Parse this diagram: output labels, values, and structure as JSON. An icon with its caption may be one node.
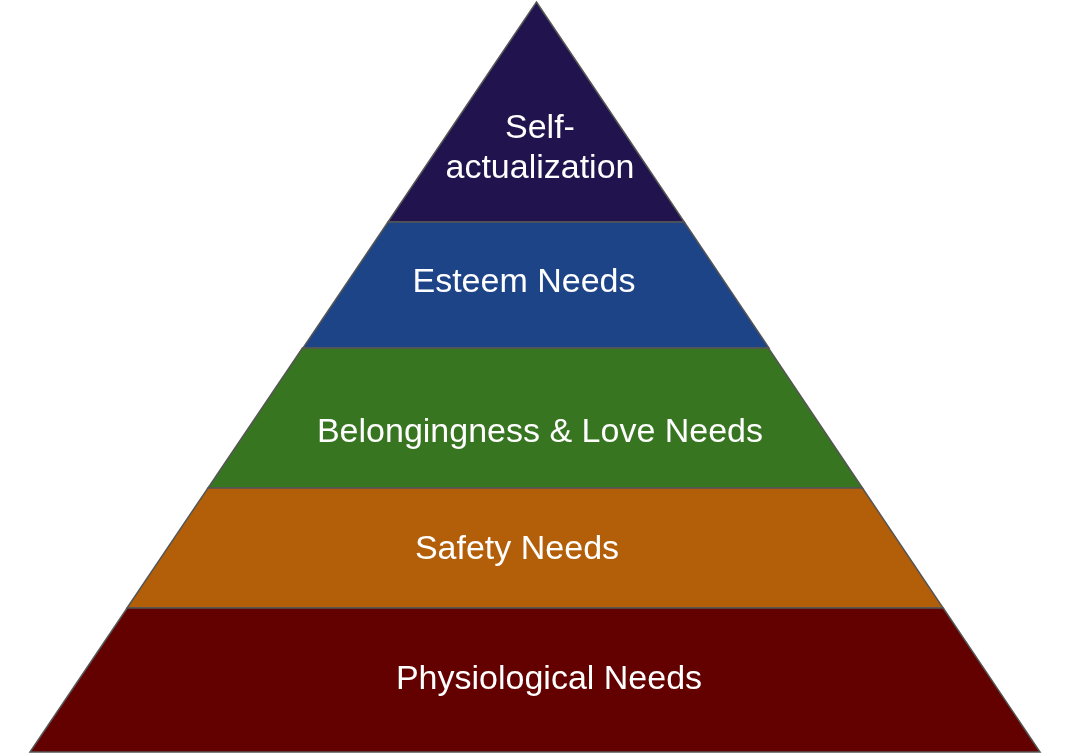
{
  "diagram": {
    "nodes": [
      {
        "text": [
          "Self-actualization"
        ]
      },
      {
        "text": [
          "Esteem Needs"
        ]
      },
      {
        "text": [
          "Belongingness & Love Needs"
        ]
      },
      {
        "text": [
          "Safety Needs"
        ]
      },
      {
        "text": [
          "Physiological Needs"
        ]
      }
    ]
  }
}
